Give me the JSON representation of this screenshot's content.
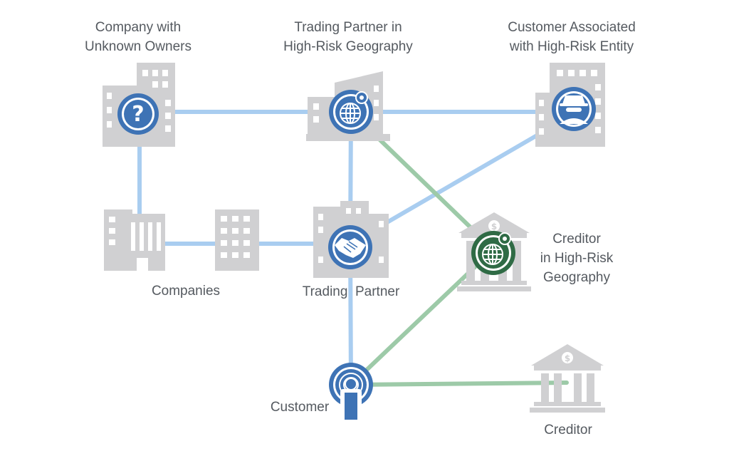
{
  "colors": {
    "building": "#d0d0d2",
    "window": "#ffffff",
    "blue_icon": "#3e73b5",
    "green_icon": "#2f6b45",
    "blue_link": "#a9cdf0",
    "green_link": "#9dcaa8",
    "label_text": "#555a60"
  },
  "nodes": {
    "unknown_owners": {
      "label_lines": [
        "Company with",
        "Unknown Owners"
      ],
      "icon": "question-mark-icon"
    },
    "trading_partner_high_risk": {
      "label_lines": [
        "Trading Partner in",
        "High-Risk Geography"
      ],
      "icon": "globe-pin-icon"
    },
    "customer_high_risk_entity": {
      "label_lines": [
        "Customer Associated",
        "with High-Risk Entity"
      ],
      "icon": "masked-person-icon"
    },
    "companies": {
      "label_lines": [
        "Companies"
      ],
      "icon": "office-building-icon"
    },
    "trading_partner": {
      "label_lines": [
        "Trading  Partner"
      ],
      "icon": "handshake-icon"
    },
    "creditor_high_risk": {
      "label_lines": [
        "Creditor",
        "in High-Risk",
        "Geography"
      ],
      "icon": "bank-globe-icon"
    },
    "customer": {
      "label_lines": [
        "Customer"
      ],
      "icon": "person-signal-icon"
    },
    "creditor": {
      "label_lines": [
        "Creditor"
      ],
      "icon": "bank-icon"
    }
  },
  "links": [
    {
      "from": "unknown_owners",
      "to": "trading_partner_high_risk",
      "kind": "blue"
    },
    {
      "from": "trading_partner_high_risk",
      "to": "customer_high_risk_entity",
      "kind": "blue"
    },
    {
      "from": "unknown_owners",
      "to": "companies",
      "kind": "blue"
    },
    {
      "from": "companies",
      "to": "trading_partner",
      "kind": "blue"
    },
    {
      "from": "trading_partner_high_risk",
      "to": "trading_partner",
      "kind": "blue"
    },
    {
      "from": "trading_partner",
      "to": "customer_high_risk_entity",
      "kind": "blue"
    },
    {
      "from": "trading_partner",
      "to": "customer",
      "kind": "blue"
    },
    {
      "from": "trading_partner_high_risk",
      "to": "creditor_high_risk",
      "kind": "green"
    },
    {
      "from": "customer",
      "to": "creditor_high_risk",
      "kind": "green"
    },
    {
      "from": "customer",
      "to": "creditor",
      "kind": "green"
    }
  ]
}
